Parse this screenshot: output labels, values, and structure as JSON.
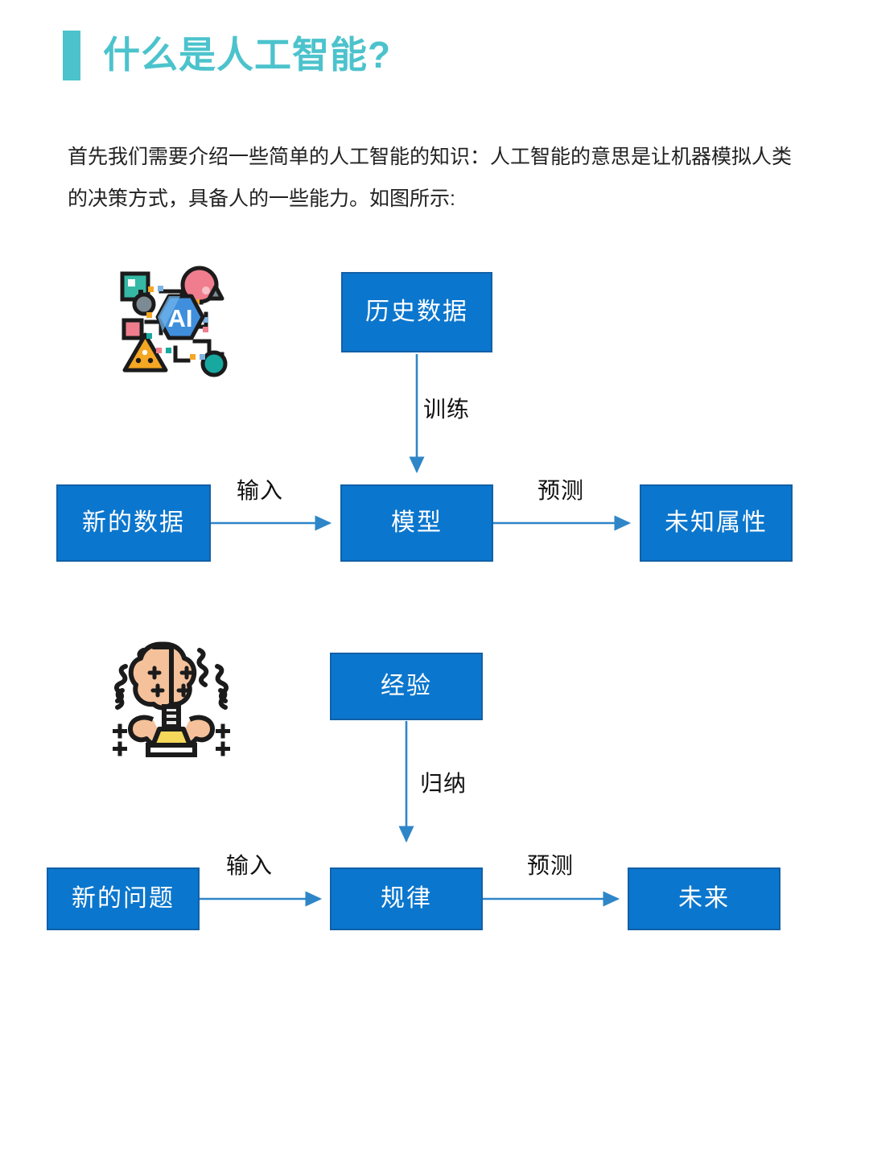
{
  "header": {
    "title": "什么是人工智能?",
    "accent_color": "#4cc3cc"
  },
  "intro": {
    "paragraph": "首先我们需要介绍一些简单的人工智能的知识：人工智能的意思是让机器模拟人类的决策方式，具备人的一些能力。如图所示:"
  },
  "theme": {
    "box_fill": "#0b76cd",
    "box_border": "#1160a8",
    "box_text": "#ffffff",
    "arrow_color": "#2e86c8",
    "label_text": "#111111"
  },
  "diagram": {
    "type": "flowchart",
    "sections": [
      {
        "name": "machine-learning",
        "icon": "ai-network-icon",
        "nodes": [
          {
            "id": "history",
            "label": "历史数据"
          },
          {
            "id": "newdata",
            "label": "新的数据"
          },
          {
            "id": "model",
            "label": "模型"
          },
          {
            "id": "unknown",
            "label": "未知属性"
          }
        ],
        "edges": [
          {
            "from": "history",
            "to": "model",
            "label": "训练",
            "direction": "down"
          },
          {
            "from": "newdata",
            "to": "model",
            "label": "输入",
            "direction": "right"
          },
          {
            "from": "model",
            "to": "unknown",
            "label": "预测",
            "direction": "right"
          }
        ]
      },
      {
        "name": "human-reasoning",
        "icon": "strong-brain-icon",
        "nodes": [
          {
            "id": "experience",
            "label": "经验"
          },
          {
            "id": "newproblem",
            "label": "新的问题"
          },
          {
            "id": "rule",
            "label": "规律"
          },
          {
            "id": "future",
            "label": "未来"
          }
        ],
        "edges": [
          {
            "from": "experience",
            "to": "rule",
            "label": "归纳",
            "direction": "down"
          },
          {
            "from": "newproblem",
            "to": "rule",
            "label": "输入",
            "direction": "right"
          },
          {
            "from": "rule",
            "to": "future",
            "label": "预测",
            "direction": "right"
          }
        ]
      }
    ],
    "ai_icon_text": "AI"
  }
}
